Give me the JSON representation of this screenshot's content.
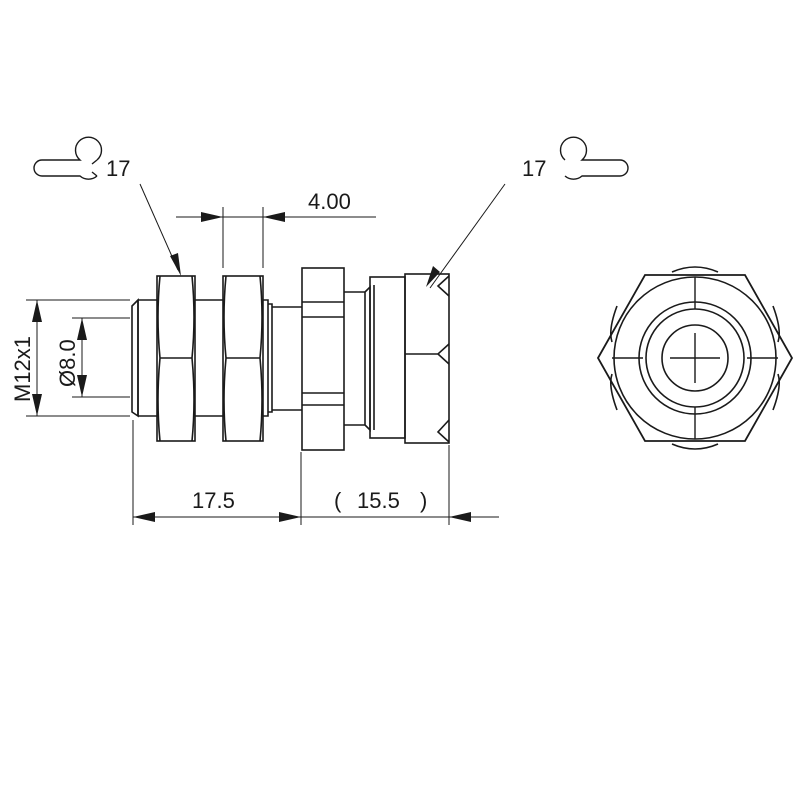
{
  "drawing": {
    "wrench_left_size": "17",
    "wrench_right_size": "17",
    "nut_gap": "4.00",
    "thread": "M12x1",
    "bore_diameter": "Ø8.0",
    "length_front": "17.5",
    "length_rear": "15.5",
    "length_rear_open": "(",
    "length_rear_close": ")",
    "line_color": "#1a1a1a"
  }
}
